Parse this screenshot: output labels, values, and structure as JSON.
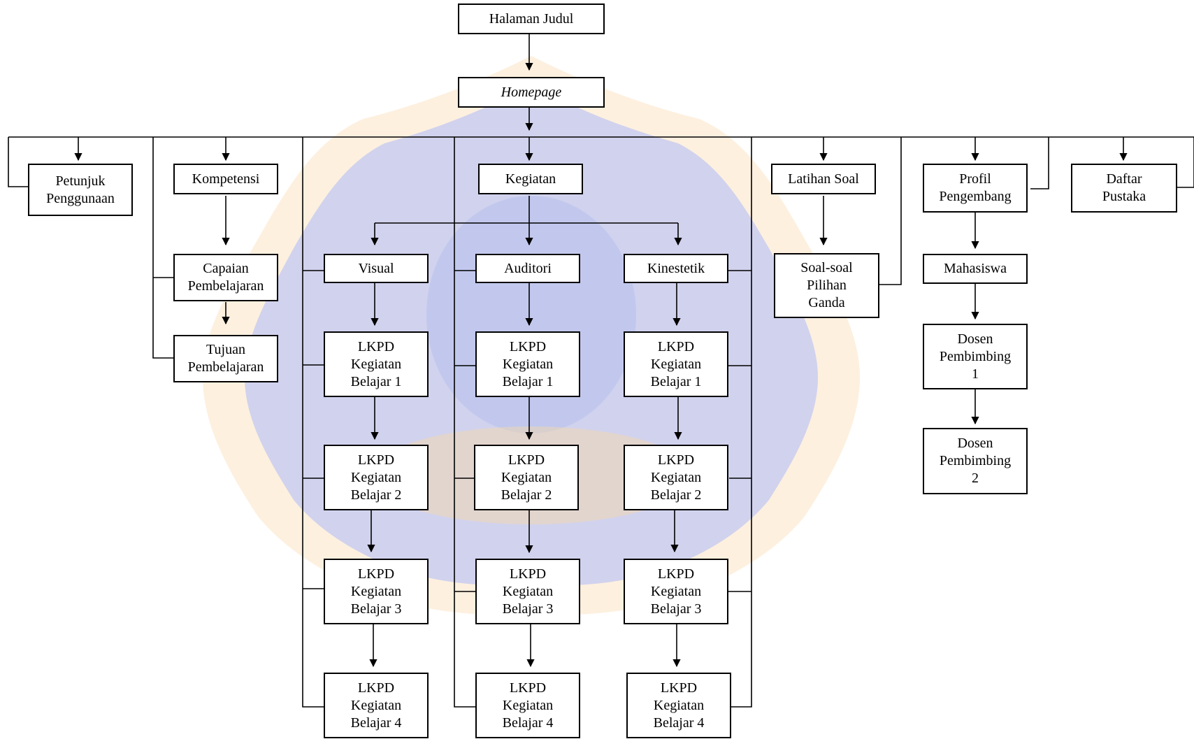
{
  "diagram": {
    "nodes": {
      "halaman_judul": [
        "Halaman Judul"
      ],
      "homepage": [
        "Homepage"
      ],
      "petunjuk": [
        "Petunjuk",
        "Penggunaan"
      ],
      "kompetensi": [
        "Kompetensi"
      ],
      "capaian": [
        "Capaian",
        "Pembelajaran"
      ],
      "tujuan": [
        "Tujuan",
        "Pembelajaran"
      ],
      "kegiatan": [
        "Kegiatan"
      ],
      "visual": [
        "Visual"
      ],
      "auditori": [
        "Auditori"
      ],
      "kinestetik": [
        "Kinestetik"
      ],
      "vis_kb1": [
        "LKPD",
        "Kegiatan",
        "Belajar 1"
      ],
      "vis_kb2": [
        "LKPD",
        "Kegiatan",
        "Belajar 2"
      ],
      "vis_kb3": [
        "LKPD",
        "Kegiatan",
        "Belajar 3"
      ],
      "vis_kb4": [
        "LKPD",
        "Kegiatan",
        "Belajar 4"
      ],
      "aud_kb1": [
        "LKPD",
        "Kegiatan",
        "Belajar 1"
      ],
      "aud_kb2": [
        "LKPD",
        "Kegiatan",
        "Belajar 2"
      ],
      "aud_kb3": [
        "LKPD",
        "Kegiatan",
        "Belajar 3"
      ],
      "aud_kb4": [
        "LKPD",
        "Kegiatan",
        "Belajar 4"
      ],
      "kin_kb1": [
        "LKPD",
        "Kegiatan",
        "Belajar 1"
      ],
      "kin_kb2": [
        "LKPD",
        "Kegiatan",
        "Belajar 2"
      ],
      "kin_kb3": [
        "LKPD",
        "Kegiatan",
        "Belajar 3"
      ],
      "kin_kb4": [
        "LKPD",
        "Kegiatan",
        "Belajar 4"
      ],
      "latihan": [
        "Latihan Soal"
      ],
      "soal": [
        "Soal-soal",
        "Pilihan",
        "Ganda"
      ],
      "profil": [
        "Profil",
        "Pengembang"
      ],
      "mahasiswa": [
        "Mahasiswa"
      ],
      "dosen1": [
        "Dosen",
        "Pembimbing",
        "1"
      ],
      "dosen2": [
        "Dosen",
        "Pembimbing",
        "2"
      ],
      "daftar": [
        "Daftar",
        "Pustaka"
      ]
    }
  },
  "colors": {
    "line": "#000000",
    "box_border": "#000000",
    "watermark_blue": "#c9cdf0",
    "watermark_orange": "#fbe3c4"
  }
}
